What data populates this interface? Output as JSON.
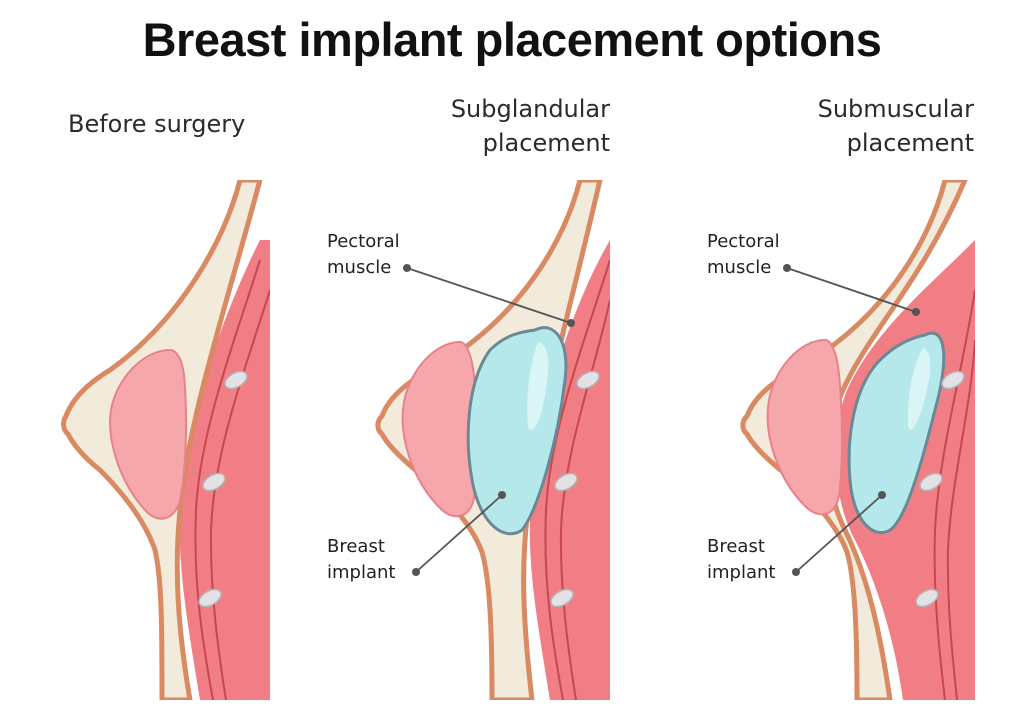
{
  "title": "Breast implant placement options",
  "panels": [
    {
      "heading": [
        "Before surgery"
      ]
    },
    {
      "heading": [
        "Subglandular",
        "placement"
      ],
      "labels": {
        "muscle": [
          "Pectoral",
          "muscle"
        ],
        "implant": [
          "Breast",
          "implant"
        ]
      }
    },
    {
      "heading": [
        "Submuscular",
        "placement"
      ],
      "labels": {
        "muscle": [
          "Pectoral",
          "muscle"
        ],
        "implant": [
          "Breast",
          "implant"
        ]
      }
    }
  ],
  "colors": {
    "skin_outline": "#d98a63",
    "fat": "#f2eadb",
    "gland": "#f5a7ac",
    "gland_outline": "#e98189",
    "muscle": "#f07e84",
    "muscle_dark": "#c74650",
    "rib": "#e2e2e4",
    "implant": "#b5e8ea",
    "implant_outline": "#6c8894",
    "leader": "#555555"
  }
}
